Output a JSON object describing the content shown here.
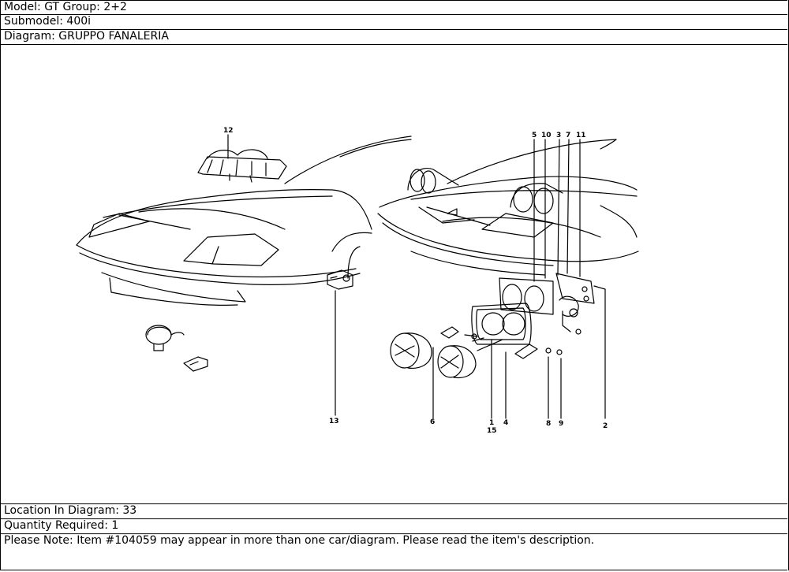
{
  "header": {
    "model": "Model: GT Group: 2+2",
    "submodel": "Submodel: 400i",
    "diagram": "Diagram: GRUPPO FANALERIA"
  },
  "diagram": {
    "callouts": [
      "12",
      "13",
      "5",
      "10",
      "3",
      "7",
      "11",
      "6",
      "1",
      "15",
      "4",
      "8",
      "9",
      "2"
    ]
  },
  "footer": {
    "location": "Location In Diagram: 33",
    "quantity": "Quantity Required: 1",
    "note": "Please Note: Item #104059 may appear in more than one car/diagram. Please read the item's description."
  }
}
